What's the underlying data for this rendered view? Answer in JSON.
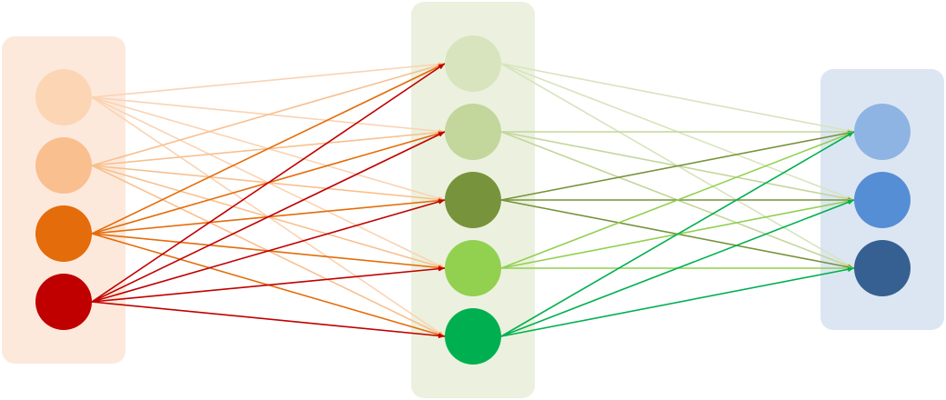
{
  "diagram": {
    "type": "neural-network",
    "layers": [
      {
        "name": "input",
        "box_color": "#FDE9DB",
        "nodes": [
          {
            "fill": "#FCD5B5",
            "edge": "#FAD3B3"
          },
          {
            "fill": "#FABF8F",
            "edge": "#F8C08F"
          },
          {
            "fill": "#E46C0A",
            "edge": "#E46C0A"
          },
          {
            "fill": "#C00000",
            "edge": "#C00000"
          }
        ]
      },
      {
        "name": "hidden",
        "box_color": "#EBF1DE",
        "nodes": [
          {
            "fill": "#D7E4BD",
            "edge": "#D7E4BD"
          },
          {
            "fill": "#C3D69B",
            "edge": "#C3D69B"
          },
          {
            "fill": "#77933C",
            "edge": "#77933C"
          },
          {
            "fill": "#92D050",
            "edge": "#92D050"
          },
          {
            "fill": "#00B050",
            "edge": "#00B050"
          }
        ]
      },
      {
        "name": "output",
        "box_color": "#DCE6F2",
        "nodes": [
          {
            "fill": "#8EB4E3"
          },
          {
            "fill": "#558ED5"
          },
          {
            "fill": "#376092"
          }
        ]
      }
    ]
  }
}
